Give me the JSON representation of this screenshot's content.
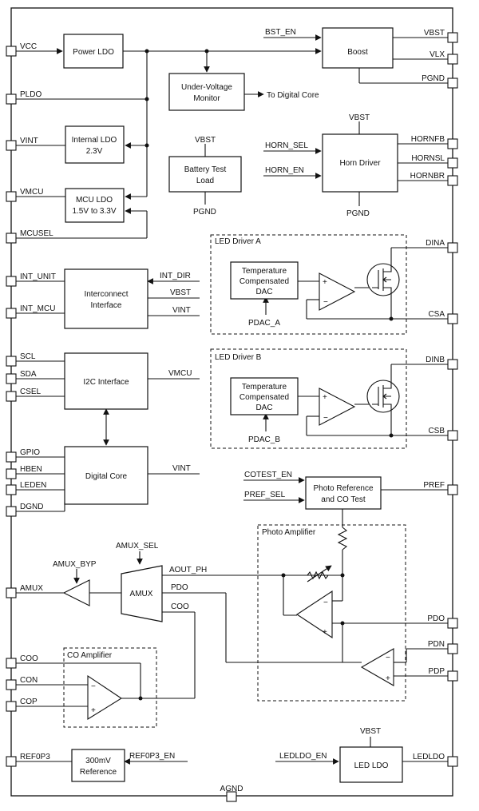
{
  "pins": {
    "left": [
      "VCC",
      "PLDO",
      "VINT",
      "VMCU",
      "MCUSEL",
      "INT_UNIT",
      "INT_MCU",
      "SCL",
      "SDA",
      "CSEL",
      "GPIO",
      "HBEN",
      "LEDEN",
      "DGND",
      "AMUX",
      "COO",
      "CON",
      "COP",
      "REF0P3"
    ],
    "right": [
      "VBST",
      "VLX",
      "PGND",
      "HORNFB",
      "HORNSL",
      "HORNBR",
      "DINA",
      "CSA",
      "DINB",
      "CSB",
      "PREF",
      "PDO",
      "PDN",
      "PDP",
      "LEDLDO"
    ],
    "bottom": "AGND"
  },
  "blocks": {
    "power_ldo": "Power LDO",
    "boost": "Boost",
    "uvm": [
      "Under-Voltage",
      "Monitor"
    ],
    "internal_ldo": [
      "Internal LDO",
      "2.3V"
    ],
    "battery_test": [
      "Battery Test",
      "Load"
    ],
    "horn_driver": "Horn Driver",
    "mcu_ldo": [
      "MCU LDO",
      "1.5V to 3.3V"
    ],
    "interconnect": [
      "Interconnect",
      "Interface"
    ],
    "dac_a": [
      "Temperature",
      "Compensated",
      "DAC"
    ],
    "dac_b": [
      "Temperature",
      "Compensated",
      "DAC"
    ],
    "i2c": "I2C Interface",
    "digital_core": "Digital Core",
    "photo_ref": [
      "Photo Reference",
      "and CO Test"
    ],
    "amux": "AMUX",
    "reference": [
      "300mV",
      "Reference"
    ],
    "led_ldo": "LED LDO"
  },
  "regions": {
    "led_a": "LED Driver A",
    "led_b": "LED Driver B",
    "photo_amp": "Photo Amplifier",
    "co_amp": "CO Amplifier"
  },
  "signals": {
    "bst_en": "BST_EN",
    "to_digital_core": "To Digital Core",
    "bt_vbst": "VBST",
    "bt_pgnd": "PGND",
    "horn_vbst": "VBST",
    "horn_pgnd": "PGND",
    "horn_sel": "HORN_SEL",
    "horn_en": "HORN_EN",
    "int_dir": "INT_DIR",
    "ic_vbst": "VBST",
    "ic_vint": "VINT",
    "pdac_a": "PDAC_A",
    "pdac_b": "PDAC_B",
    "i2c_vmcu": "VMCU",
    "dc_vint": "VINT",
    "cotest_en": "COTEST_EN",
    "pref_sel": "PREF_SEL",
    "amux_sel": "AMUX_SEL",
    "amux_byp": "AMUX_BYP",
    "aout_ph": "AOUT_PH",
    "pdo": "PDO",
    "coo": "COO",
    "ref0p3_en": "REF0P3_EN",
    "ledldo_en": "LEDLDO_EN",
    "ledldo_vbst": "VBST"
  }
}
